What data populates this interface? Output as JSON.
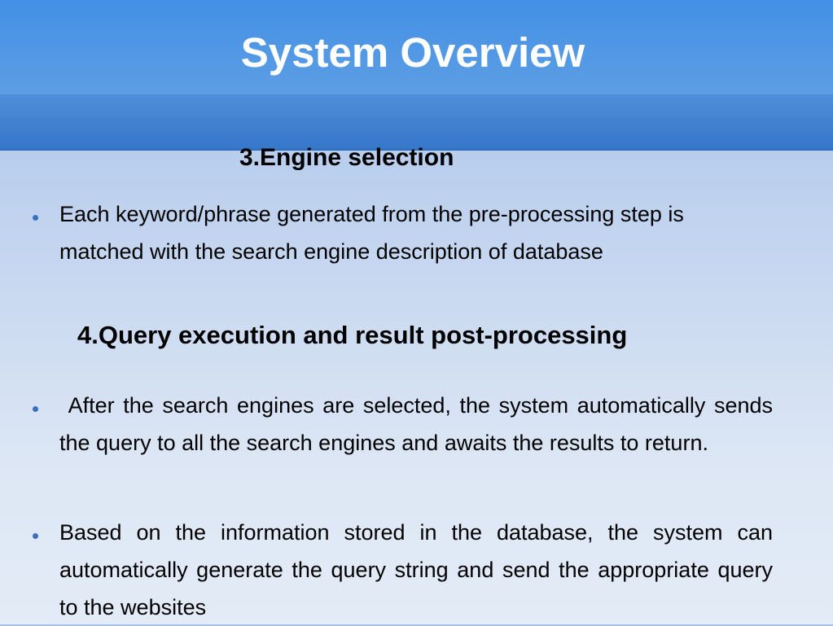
{
  "slide": {
    "title": "System Overview"
  },
  "sections": [
    {
      "heading": "3.Engine selection",
      "bullets": [
        "Each keyword/phrase generated from the pre-processing step is matched with the search engine description of database"
      ]
    },
    {
      "heading": "4.Query execution and result post-processing",
      "bullets": [
        " After the search engines are selected, the system automatically sends the query to all the search engines and awaits the results to return.",
        "Based on the information stored in the database, the system can automatically generate the query string and send the appropriate query to the websites"
      ]
    }
  ],
  "colors": {
    "title_bar": "#4b93e4",
    "title_text": "#ffffff",
    "bullet": "#3b6fc0",
    "background_top": "#a6c1ea",
    "background_bottom": "#e3ebf6"
  }
}
